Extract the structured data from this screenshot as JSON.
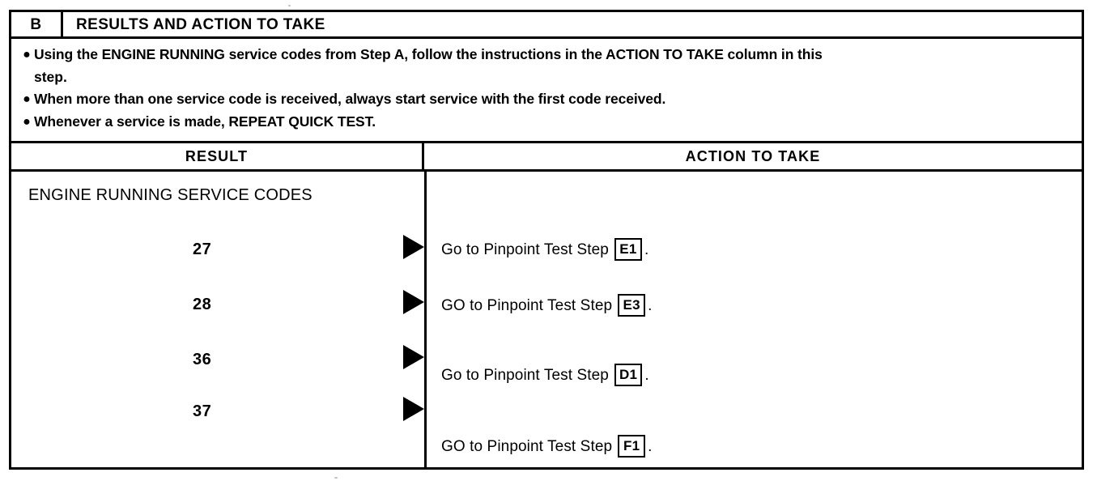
{
  "document": {
    "step_letter": "B",
    "title": "RESULTS AND ACTION TO TAKE"
  },
  "notes": {
    "bullet_glyph": "●",
    "items": [
      {
        "line1": "Using the ENGINE RUNNING service codes from Step A, follow the instructions in the ACTION TO TAKE column in this",
        "line2": "step."
      },
      {
        "line1": "When more than one service code is received, always start service with the first code received.",
        "line2": ""
      },
      {
        "line1": "Whenever a service is made, REPEAT QUICK TEST.",
        "line2": ""
      }
    ]
  },
  "table": {
    "headers": {
      "result": "RESULT",
      "action": "ACTION TO TAKE"
    },
    "result_heading": "ENGINE RUNNING SERVICE CODES",
    "rows": [
      {
        "code": "27",
        "arrow_glyph": "▶",
        "action_prefix": "Go to Pinpoint Test Step",
        "action_step": "E1",
        "action_suffix": "."
      },
      {
        "code": "28",
        "arrow_glyph": "▶",
        "action_prefix": "GO to Pinpoint Test Step",
        "action_step": "E3",
        "action_suffix": "."
      },
      {
        "code": "36",
        "arrow_glyph": "▶",
        "action_prefix": "Go to Pinpoint Test Step",
        "action_step": "D1",
        "action_suffix": "."
      },
      {
        "code": "37",
        "arrow_glyph": "▶",
        "action_prefix": "GO to Pinpoint Test Step",
        "action_step": "F1",
        "action_suffix": "."
      }
    ]
  },
  "colors": {
    "ink": "#000000",
    "paper": "#ffffff"
  }
}
